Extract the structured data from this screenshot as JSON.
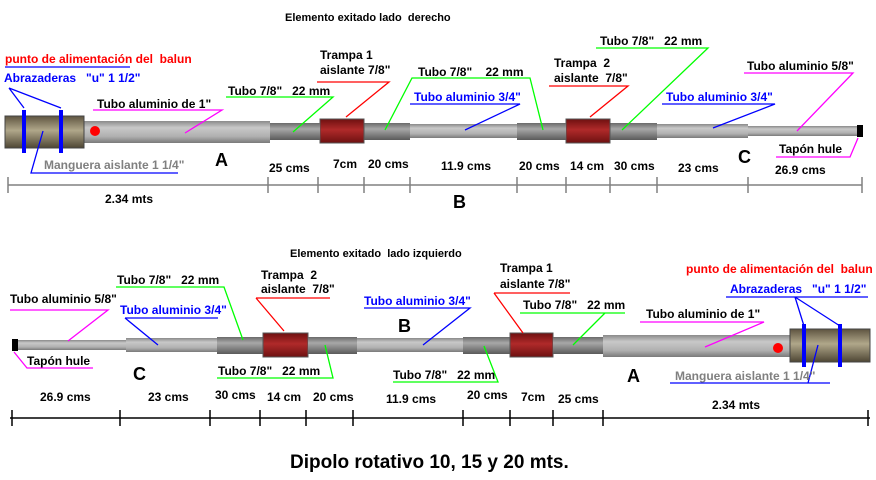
{
  "title": "Dipolo rotativo 10, 15 y 20 mts.",
  "colors": {
    "trap": "#9b1a1a",
    "feed_point": "#ff0000",
    "clamp": "#0000ff",
    "hose": "#7a6e55",
    "tube": "#b0b0b0"
  },
  "right": {
    "heading": "Elemento exitado lado  derecho",
    "feed": "punto de alimentación del  balun",
    "clamps": "Abrazaderas   \"u\" 1 1/2\"",
    "tube_1": "Tubo aluminio de 1\"",
    "tube78_a": "Tubo 7/8\"   22 mm",
    "trap1_a": "Trampa 1",
    "trap1_b": "aislante 7/8\"",
    "tube78_b": "Tubo 7/8\"    22 mm",
    "tube34_a": "Tubo aluminio 3/4\"",
    "trap2_a": "Trampa  2",
    "trap2_b": "aislante  7/8\"",
    "tube78_c": "Tubo 7/8\"   22 mm",
    "tube34_b": "Tubo aluminio 3/4\"",
    "tube58": "Tubo aluminio 5/8\"",
    "hose": "Manguera aislante 1 1/4\"",
    "cap": "Tapón hule",
    "sec_a": "A",
    "sec_b": "B",
    "sec_c": "C",
    "dims": [
      "25 cms",
      "7cm",
      "20 cms",
      "11.9 cms",
      "20 cms",
      "14 cm",
      "30 cms",
      "23 cms",
      "26.9 cms"
    ],
    "total": "2.34 mts"
  },
  "left": {
    "heading": "Elemento exitado  lado izquierdo",
    "feed": "punto de alimentación del  balun",
    "clamps": "Abrazaderas   \"u\" 1 1/2\"",
    "tube58": "Tubo aluminio 5/8\"",
    "tube78_a": "Tubo 7/8\"   22 mm",
    "tube34_a": "Tubo aluminio 3/4\"",
    "trap2_a": "Trampa  2",
    "trap2_b": "aislante  7/8\"",
    "tube78_b": "Tubo 7/8\"   22 mm",
    "cap": "Tapón hule",
    "tube34_b": "Tubo aluminio 3/4\"",
    "tube78_c": "Tubo 7/8\"   22 mm",
    "trap1_a": "Trampa 1",
    "trap1_b": "aislante 7/8\"",
    "tube78_d": "Tubo 7/8\"   22 mm",
    "tube_1": "Tubo aluminio de 1\"",
    "hose": "Manguera aislante 1 1/4\"",
    "sec_a": "A",
    "sec_b": "B",
    "sec_c": "C",
    "dims": [
      "26.9 cms",
      "23 cms",
      "30 cms",
      "14 cm",
      "20 cms",
      "11.9 cms",
      "20 cms",
      "7cm",
      "25 cms"
    ],
    "total": "2.34 mts"
  }
}
